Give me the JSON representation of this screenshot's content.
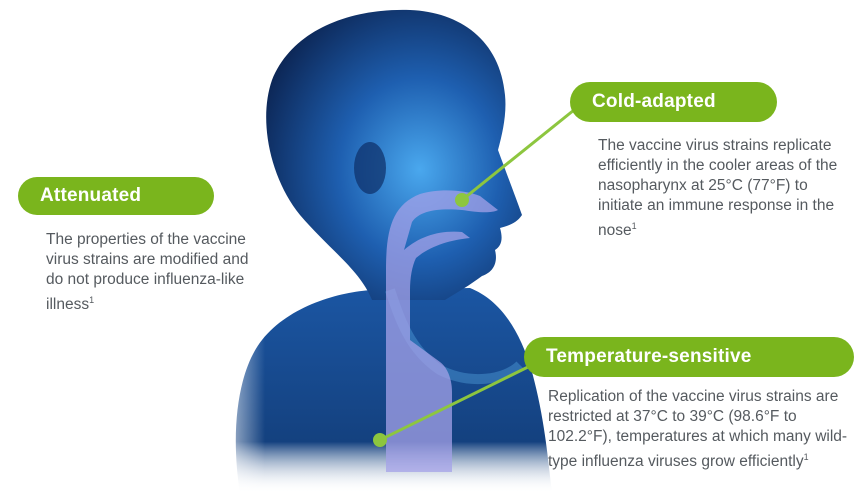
{
  "callouts": {
    "attenuated": {
      "label": "Attenuated",
      "text": "The properties of the vaccine virus strains are modified and do not produce influenza-like illness",
      "ref": "1"
    },
    "cold_adapted": {
      "label": "Cold-adapted",
      "text": "The vaccine virus strains replicate efficiently in the cooler areas of the nasopharynx at 25°C (77°F) to initiate an immune response in the nose",
      "ref": "1"
    },
    "temperature_sensitive": {
      "label": "Temperature-sensitive",
      "text": "Replication of the vaccine virus strains are restricted at 37°C to 39°C (98.6°F to 102.2°F), temperatures at which many wild-type influenza viruses grow efficiently",
      "ref": "1"
    }
  },
  "colors": {
    "accent_green": "#7ab51d",
    "silhouette_blue": "#1e5fb0",
    "airway_lavender": "#a4a2e8",
    "text_gray": "#555a5f"
  }
}
